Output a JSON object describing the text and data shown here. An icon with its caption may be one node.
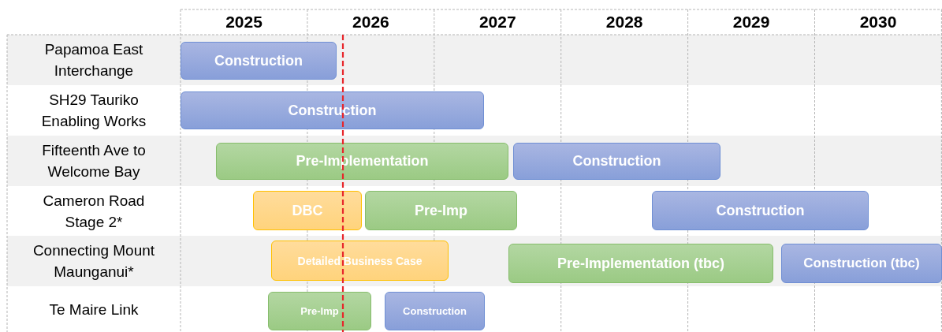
{
  "diagram": {
    "nodes": [
      {
        "text": [
          "Construction"
        ]
      },
      {
        "text": [
          "Construction"
        ]
      },
      {
        "text": [
          "Pre-Implementation"
        ]
      },
      {
        "text": [
          "Construction"
        ]
      },
      {
        "text": [
          "DBC"
        ]
      },
      {
        "text": [
          "Pre-Imp"
        ]
      },
      {
        "text": [
          "Construction"
        ]
      },
      {
        "text": [
          "Detailed Business Case"
        ]
      },
      {
        "text": [
          "Pre-Implementation (tbc)"
        ]
      },
      {
        "text": [
          "Construction (tbc)"
        ]
      },
      {
        "text": [
          "Pre-Imp"
        ]
      },
      {
        "text": [
          "Construction"
        ]
      }
    ],
    "labels": [
      "2025",
      "2026",
      "2027",
      "2028",
      "2029",
      "2030",
      "Papamoa East Interchange",
      "SH29 Tauriko Enabling Works",
      "Fifteenth Ave to Welcome Bay",
      "Cameron Road Stage 2*",
      "Connecting Mount Maunganui*",
      "Te Maire Link"
    ]
  }
}
